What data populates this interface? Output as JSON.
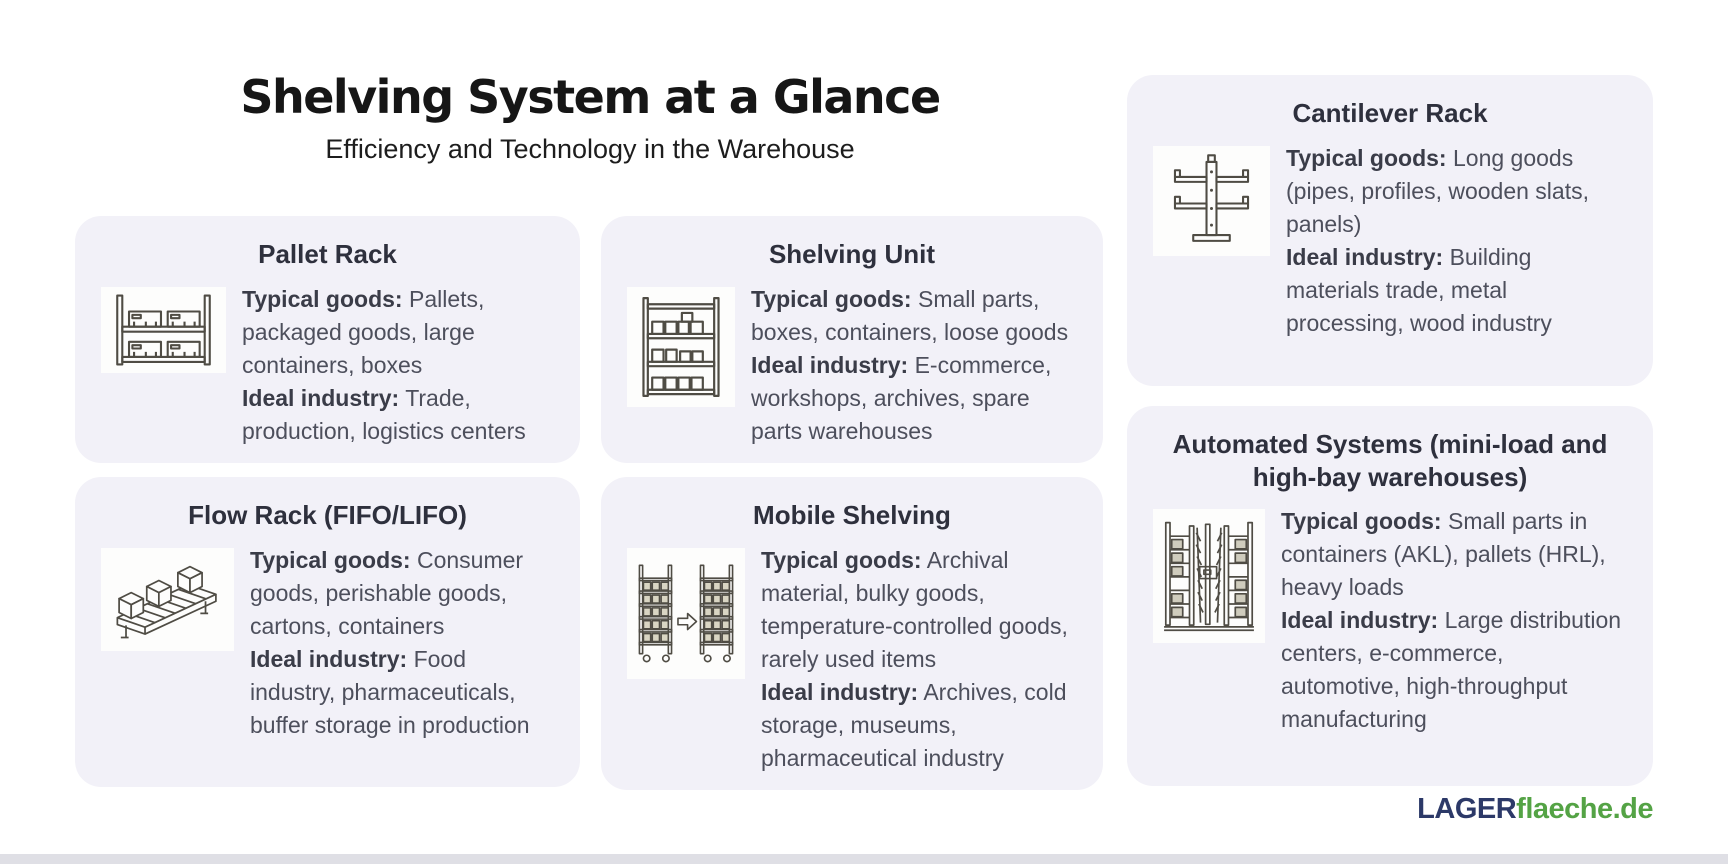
{
  "header": {
    "title": "Shelving System at a Glance",
    "subtitle": "Efficiency and Technology in the Warehouse"
  },
  "labels": {
    "typical_goods": "Typical goods:",
    "ideal_industry": "Ideal industry:"
  },
  "cards": [
    {
      "title": "Pallet Rack",
      "icon": "pallet-rack-icon",
      "typical_goods": "Pallets, packaged goods, large containers, boxes",
      "ideal_industry": "Trade, production, logistics centers"
    },
    {
      "title": "Shelving Unit",
      "icon": "shelving-unit-icon",
      "typical_goods": "Small parts, boxes, containers, loose goods",
      "ideal_industry": "E-commerce, workshops, archives, spare parts warehouses"
    },
    {
      "title": "Cantilever Rack",
      "icon": "cantilever-rack-icon",
      "typical_goods": "Long goods (pipes, profiles, wooden slats, panels)",
      "ideal_industry": "Building materials trade, metal processing, wood industry"
    },
    {
      "title": "Flow Rack (FIFO/LIFO)",
      "icon": "flow-rack-icon",
      "typical_goods": "Consumer goods, perishable goods, cartons, containers",
      "ideal_industry": "Food industry, pharmaceuticals, buffer storage in production"
    },
    {
      "title": "Mobile Shelving",
      "icon": "mobile-shelving-icon",
      "typical_goods": "Archival material, bulky goods, temperature-controlled goods, rarely used items",
      "ideal_industry": "Archives, cold storage, museums, pharmaceutical industry"
    },
    {
      "title": "Automated Systems (mini-load and high-bay warehouses)",
      "icon": "automated-systems-icon",
      "typical_goods": "Small parts in containers (AKL), pallets (HRL), heavy loads",
      "ideal_industry": "Large distribution centers, e-commerce, automotive, high-throughput manufacturing"
    }
  ],
  "footer": {
    "logo_prefix": "LAGER",
    "logo_suffix": "flaeche.de"
  },
  "colors": {
    "card_background": "#f2f1f8",
    "body_text": "#4d4f5c",
    "logo_navy": "#2c3968",
    "logo_green": "#54a345"
  }
}
